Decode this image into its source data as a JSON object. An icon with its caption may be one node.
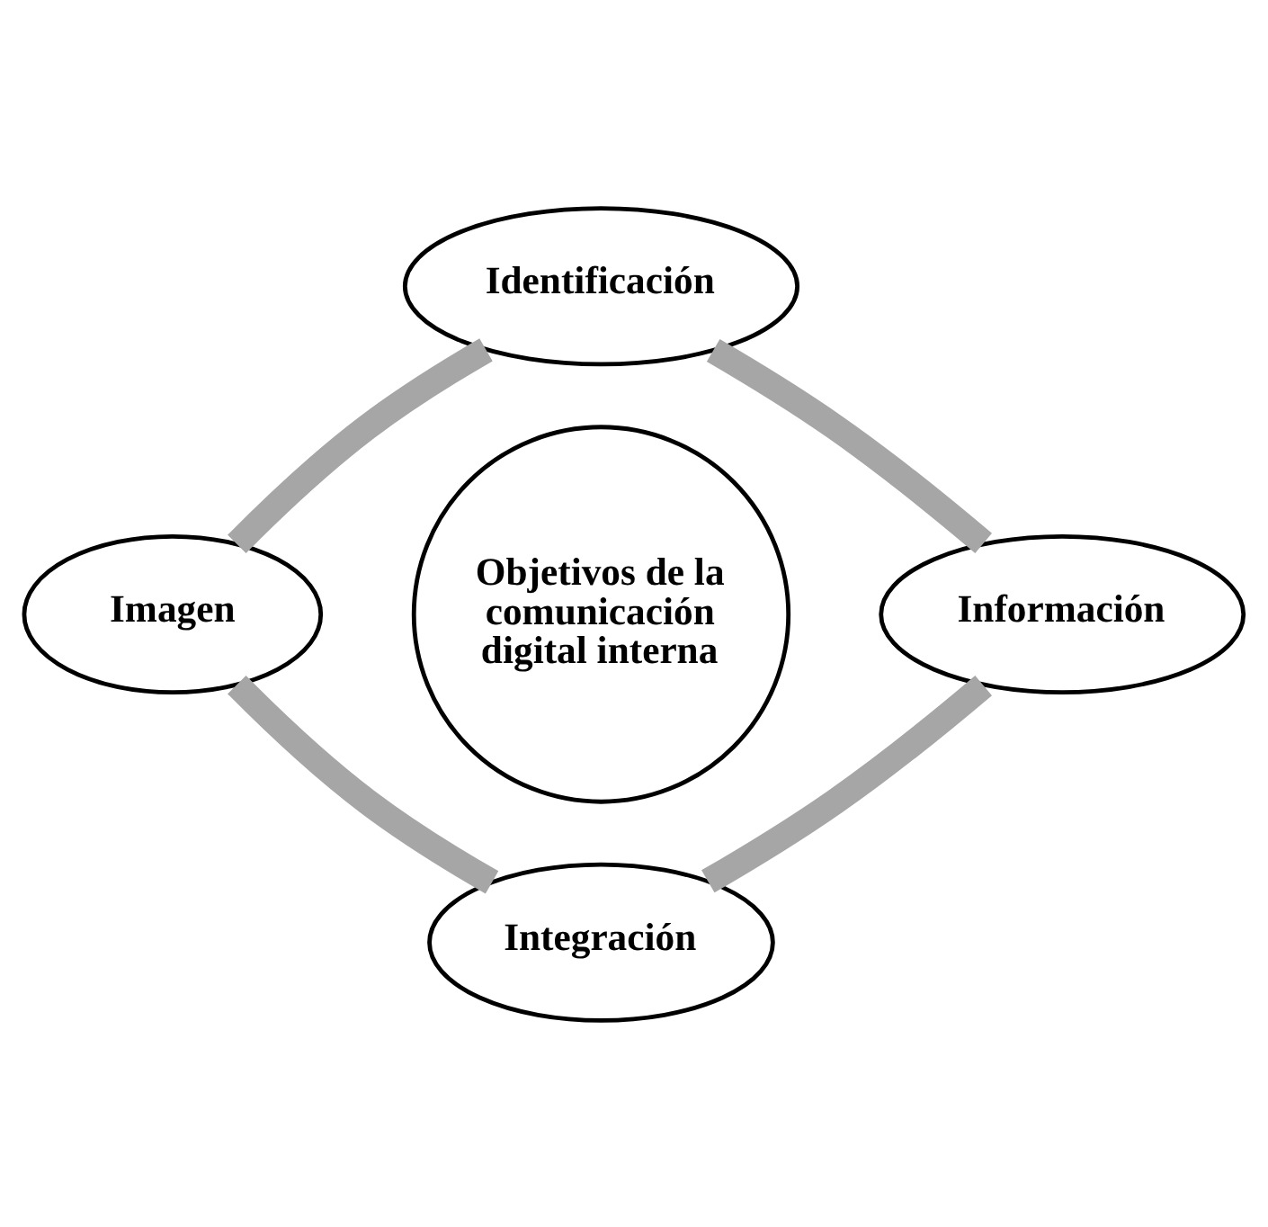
{
  "diagram": {
    "nodes": [
      {
        "text": [
          "Identificación"
        ]
      },
      {
        "text": [
          "Imagen"
        ]
      },
      {
        "text": [
          "Objetivos de la comunicación digital interna"
        ]
      },
      {
        "text": [
          "Información"
        ]
      },
      {
        "text": [
          "Integración"
        ]
      }
    ],
    "edges": [
      {
        "from": 0,
        "to": 3,
        "arrow": "none"
      },
      {
        "from": 3,
        "to": 4,
        "arrow": "none"
      },
      {
        "from": 4,
        "to": 1,
        "arrow": "none"
      },
      {
        "from": 1,
        "to": 0,
        "arrow": "none"
      }
    ]
  }
}
